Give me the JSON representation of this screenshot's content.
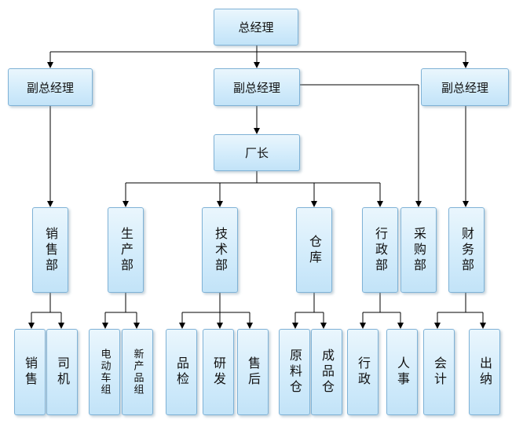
{
  "org_chart": {
    "top": {
      "label": "总经理"
    },
    "deputies": [
      {
        "label": "副总经理"
      },
      {
        "label": "副总经理"
      },
      {
        "label": "副总经理"
      }
    ],
    "factory_director": {
      "label": "厂长"
    },
    "departments": [
      {
        "label": "销售部",
        "units": [
          {
            "label": "销售"
          },
          {
            "label": "司机"
          }
        ]
      },
      {
        "label": "生产部",
        "units": [
          {
            "label": "电动车组"
          },
          {
            "label": "新产品组"
          }
        ]
      },
      {
        "label": "技术部",
        "units": [
          {
            "label": "品检"
          },
          {
            "label": "研发"
          },
          {
            "label": "售后"
          }
        ]
      },
      {
        "label": "仓库",
        "units": [
          {
            "label": "原料仓"
          },
          {
            "label": "成品仓"
          }
        ]
      },
      {
        "label": "行政部",
        "units": [
          {
            "label": "行政"
          },
          {
            "label": "人事"
          }
        ]
      },
      {
        "label": "采购部",
        "units": []
      },
      {
        "label": "财务部",
        "units": [
          {
            "label": "会计"
          },
          {
            "label": "出纳"
          }
        ]
      }
    ]
  }
}
